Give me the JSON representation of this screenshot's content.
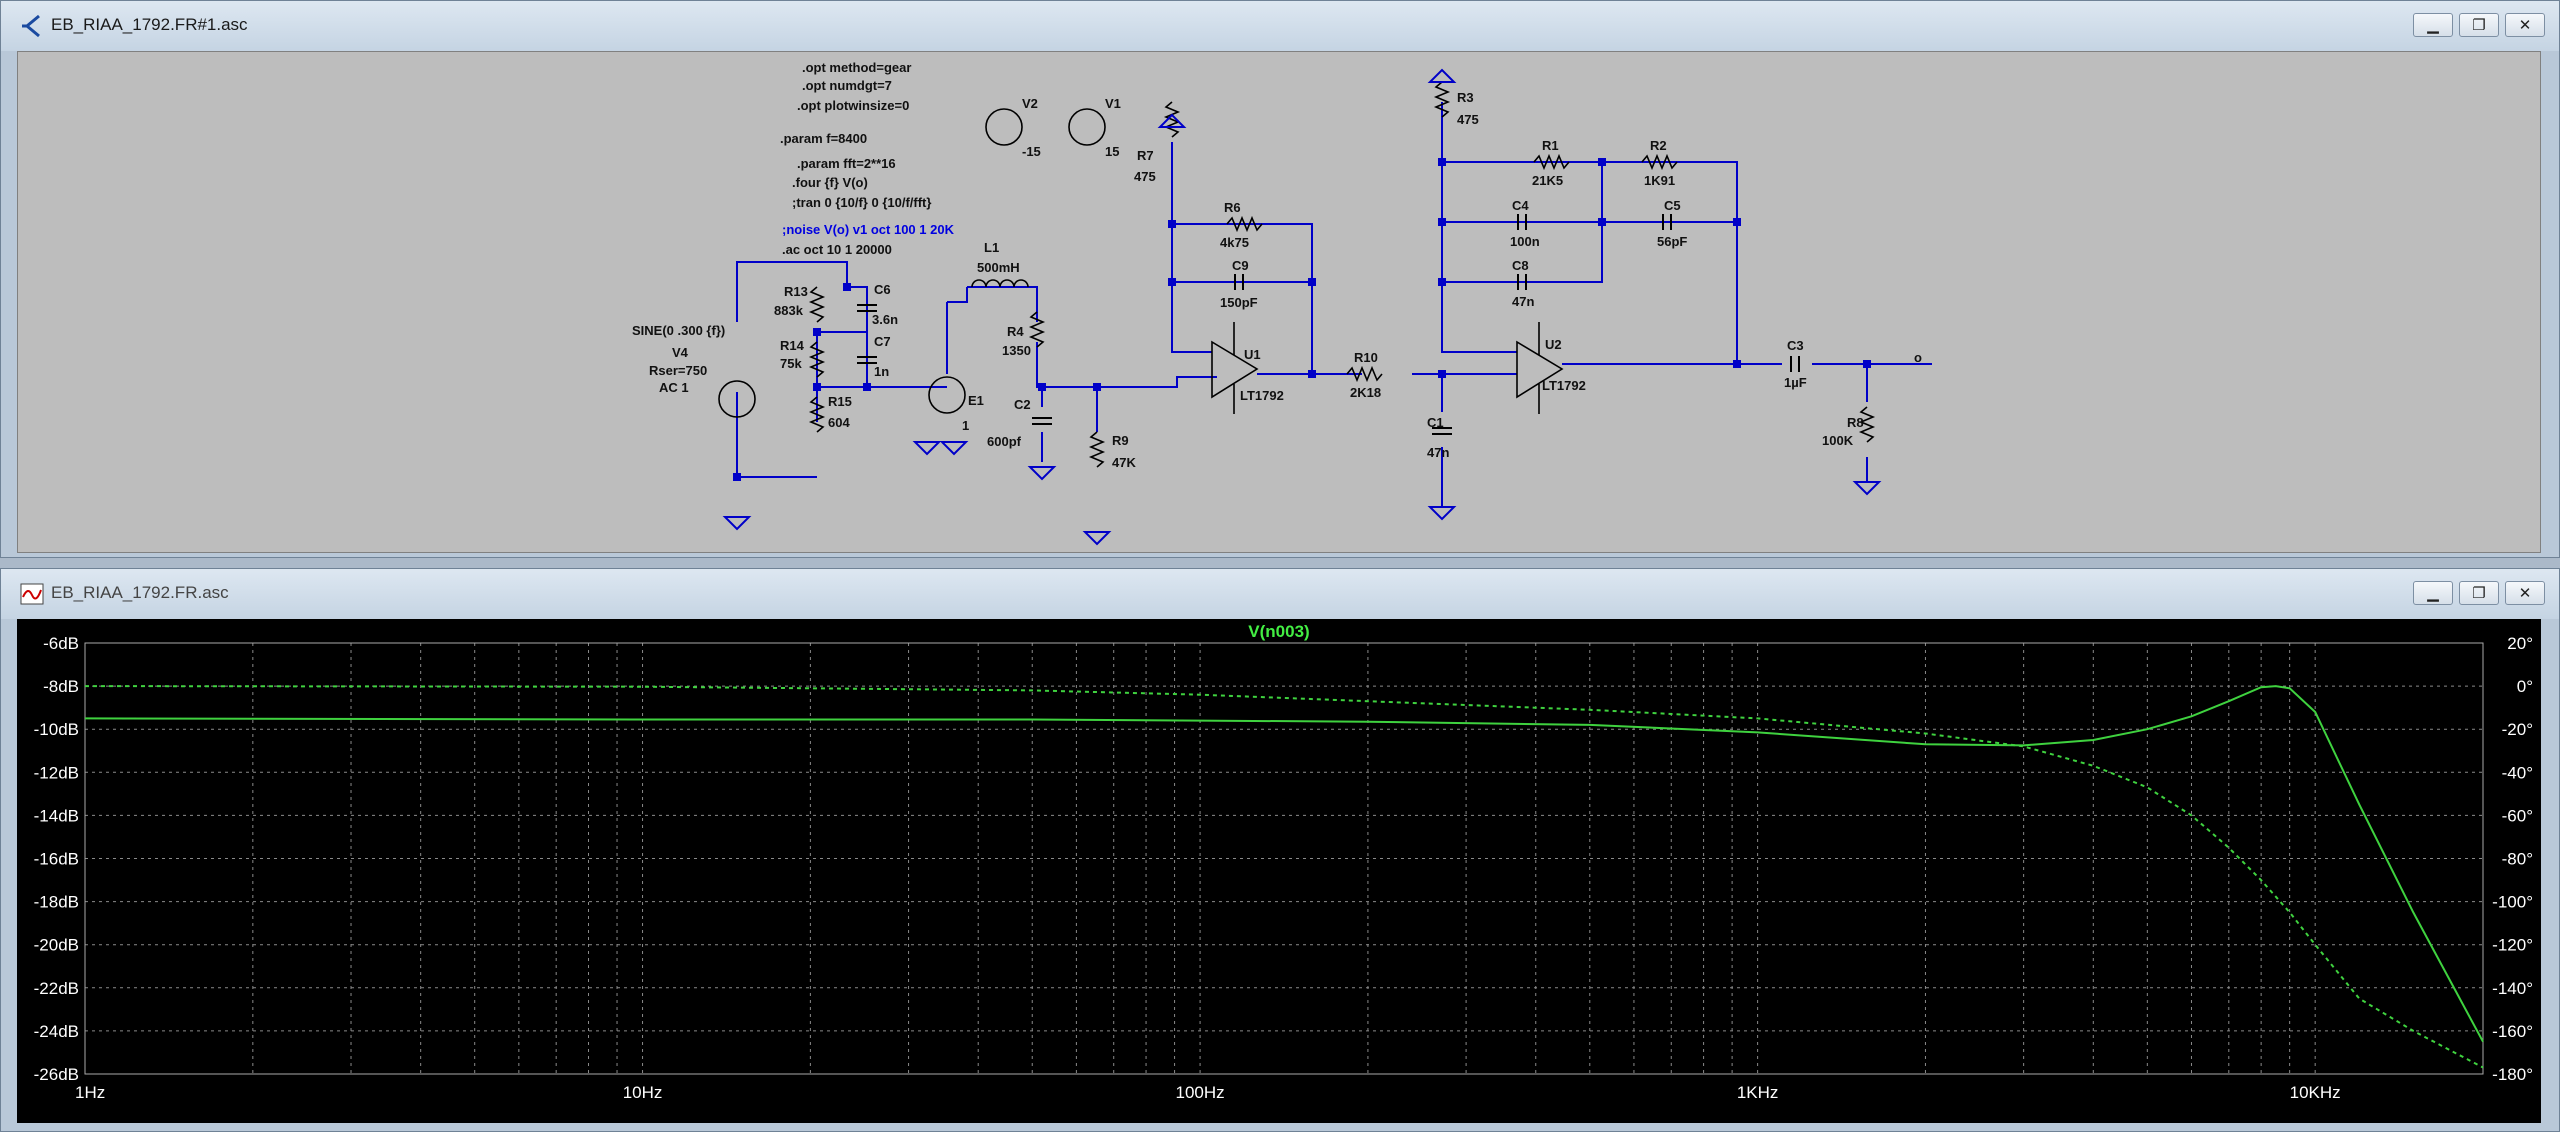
{
  "schematic_window": {
    "title": "EB_RIAA_1792.FR#1.asc",
    "directives": [
      ".opt method=gear",
      ".opt numdgt=7",
      ".opt plotwinsize=0",
      ".param f=8400",
      ".param fft=2**16",
      ".four {f} V(o)",
      ";tran 0 {10/f} 0 {10/f/fft}",
      ";noise V(o) v1 oct 100 1 20K",
      ".ac oct 10 1 20000"
    ],
    "components": {
      "V2": {
        "name": "V2",
        "value": "-15"
      },
      "V1": {
        "name": "V1",
        "value": "15"
      },
      "R7": {
        "name": "R7",
        "value": "475"
      },
      "R6": {
        "name": "R6",
        "value": "4k75"
      },
      "C9": {
        "name": "C9",
        "value": "150pF"
      },
      "U1": {
        "name": "U1",
        "value": "LT1792"
      },
      "R3": {
        "name": "R3",
        "value": "475"
      },
      "R1": {
        "name": "R1",
        "value": "21K5"
      },
      "R2": {
        "name": "R2",
        "value": "1K91"
      },
      "C4": {
        "name": "C4",
        "value": "100n"
      },
      "C5": {
        "name": "C5",
        "value": "56pF"
      },
      "C8": {
        "name": "C8",
        "value": "47n"
      },
      "U2": {
        "name": "U2",
        "value": "LT1792"
      },
      "R10": {
        "name": "R10",
        "value": "2K18"
      },
      "C1": {
        "name": "C1",
        "value": "47n"
      },
      "C3": {
        "name": "C3",
        "value": "1µF"
      },
      "R8": {
        "name": "R8",
        "value": "100K"
      },
      "L1": {
        "name": "L1",
        "value": "500mH"
      },
      "R4": {
        "name": "R4",
        "value": "1350"
      },
      "C2": {
        "name": "C2",
        "value": "600pf"
      },
      "R9": {
        "name": "R9",
        "value": "47K"
      },
      "R13": {
        "name": "R13",
        "value": "883k"
      },
      "C6": {
        "name": "C6",
        "value": "3.6n"
      },
      "R14": {
        "name": "R14",
        "value": "75k"
      },
      "C7": {
        "name": "C7",
        "value": "1n"
      },
      "R15": {
        "name": "R15",
        "value": "604"
      },
      "E1": {
        "name": "E1",
        "value": "1"
      },
      "V4": {
        "name": "V4",
        "source": "SINE(0 .300 {f})",
        "rser": "Rser=750",
        "ac": "AC 1"
      }
    },
    "net_label": "o"
  },
  "plot_window": {
    "title": "EB_RIAA_1792.FR.asc"
  },
  "chart_data": {
    "type": "line",
    "title": "V(n003)",
    "x_scale": "log",
    "xlim": [
      1,
      20000
    ],
    "x_ticks": [
      "1Hz",
      "10Hz",
      "100Hz",
      "1KHz",
      "10KHz"
    ],
    "y_left_ticks": [
      "-6dB",
      "-8dB",
      "-10dB",
      "-12dB",
      "-14dB",
      "-16dB",
      "-18dB",
      "-20dB",
      "-22dB",
      "-24dB",
      "-26dB"
    ],
    "y_right_ticks": [
      "20°",
      "0°",
      "-20°",
      "-40°",
      "-60°",
      "-80°",
      "-100°",
      "-120°",
      "-140°",
      "-160°",
      "-180°"
    ],
    "ylim_left": [
      -26,
      -6
    ],
    "ylim_right": [
      -180,
      20
    ],
    "grid": true,
    "series": [
      {
        "name": "V(n003)",
        "style": "solid",
        "unit": "dB",
        "x": [
          1,
          10,
          50,
          100,
          200,
          500,
          1000,
          2000,
          3000,
          4000,
          5000,
          6000,
          7000,
          8000,
          8500,
          9000,
          10000,
          12000,
          15000,
          20000
        ],
        "y": [
          -9.5,
          -9.55,
          -9.55,
          -9.6,
          -9.65,
          -9.8,
          -10.15,
          -10.7,
          -10.75,
          -10.5,
          -10.0,
          -9.4,
          -8.7,
          -8.05,
          -8.0,
          -8.1,
          -9.2,
          -13.5,
          -18.5,
          -24.5
        ]
      },
      {
        "name": "V(n003) phase",
        "style": "dashed",
        "unit": "deg",
        "x": [
          1,
          10,
          50,
          100,
          200,
          500,
          1000,
          2000,
          3000,
          4000,
          5000,
          6000,
          7000,
          8000,
          9000,
          10000,
          12000,
          15000,
          20000
        ],
        "y": [
          0,
          -0.3,
          -2,
          -4,
          -7,
          -11,
          -15,
          -22,
          -28,
          -37,
          -47,
          -60,
          -75,
          -90,
          -105,
          -120,
          -145,
          -160,
          -177
        ]
      }
    ]
  },
  "colors": {
    "trace": "#3fd23f",
    "title": "#43ee43",
    "axis_text": "#ffffff",
    "grid": "#8a8a8a",
    "wire": "#0000c8",
    "comment": "#0000e0",
    "ground": "#0000c8",
    "schematic_bg": "#bdbdbd"
  }
}
